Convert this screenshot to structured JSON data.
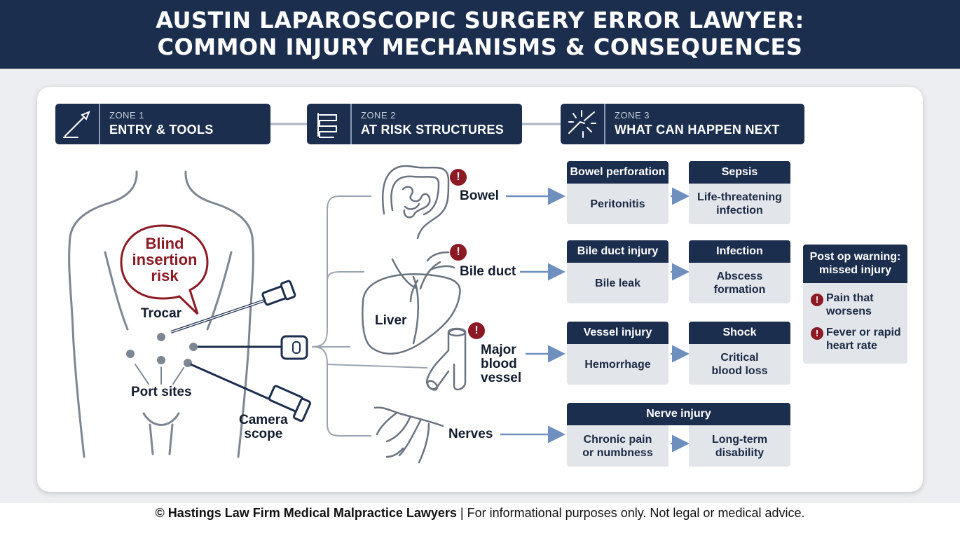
{
  "header": {
    "line1": "AUSTIN LAPAROSCOPIC SURGERY ERROR LAWYER:",
    "line2": "COMMON INJURY MECHANISMS & CONSEQUENCES"
  },
  "zones": [
    {
      "number": "ZONE 1",
      "name": "ENTRY & TOOLS",
      "icon": "scalpel-icon"
    },
    {
      "number": "ZONE 2",
      "name": "AT RISK STRUCTURES",
      "icon": "intestine-icon"
    },
    {
      "number": "ZONE 3",
      "name": "WHAT CAN HAPPEN NEXT",
      "icon": "broken-link-icon"
    }
  ],
  "body_labels": {
    "speech": "Blind\ninsertion\nrisk",
    "trocar": "Trocar",
    "port_sites": "Port sites",
    "camera": "Camera\nscope"
  },
  "structures": {
    "bowel": "Bowel",
    "bile_duct": "Bile duct",
    "liver": "Liver",
    "vessel": "Major\nblood\nvessel",
    "nerves": "Nerves"
  },
  "chains": [
    {
      "injury": "Bowel perforation",
      "result": "Peritonitis",
      "next_title": "Sepsis",
      "next_result": "Life-threatening\ninfection"
    },
    {
      "injury": "Bile duct injury",
      "result": "Bile leak",
      "next_title": "Infection",
      "next_result": "Abscess\nformation"
    },
    {
      "injury": "Vessel injury",
      "result": "Hemorrhage",
      "next_title": "Shock",
      "next_result": "Critical\nblood loss"
    },
    {
      "injury": "Nerve injury",
      "result": "Chronic pain\nor numbness",
      "next_result": "Long-term\ndisability"
    }
  ],
  "warning": {
    "title": "Post op warning:\nmissed injury",
    "items": [
      "Pain that\nworsens",
      "Fever or rapid\nheart rate"
    ]
  },
  "footer": {
    "owner": "© Hastings Law Firm Medical Malpractice Lawyers",
    "disclaimer": " | For informational purposes only. Not legal or medical advice."
  },
  "colors": {
    "navy": "#1c2e4e",
    "warning_red": "#8b1a24",
    "arrow_blue": "#6f8fbf",
    "card_gray": "#e2e5ea"
  }
}
